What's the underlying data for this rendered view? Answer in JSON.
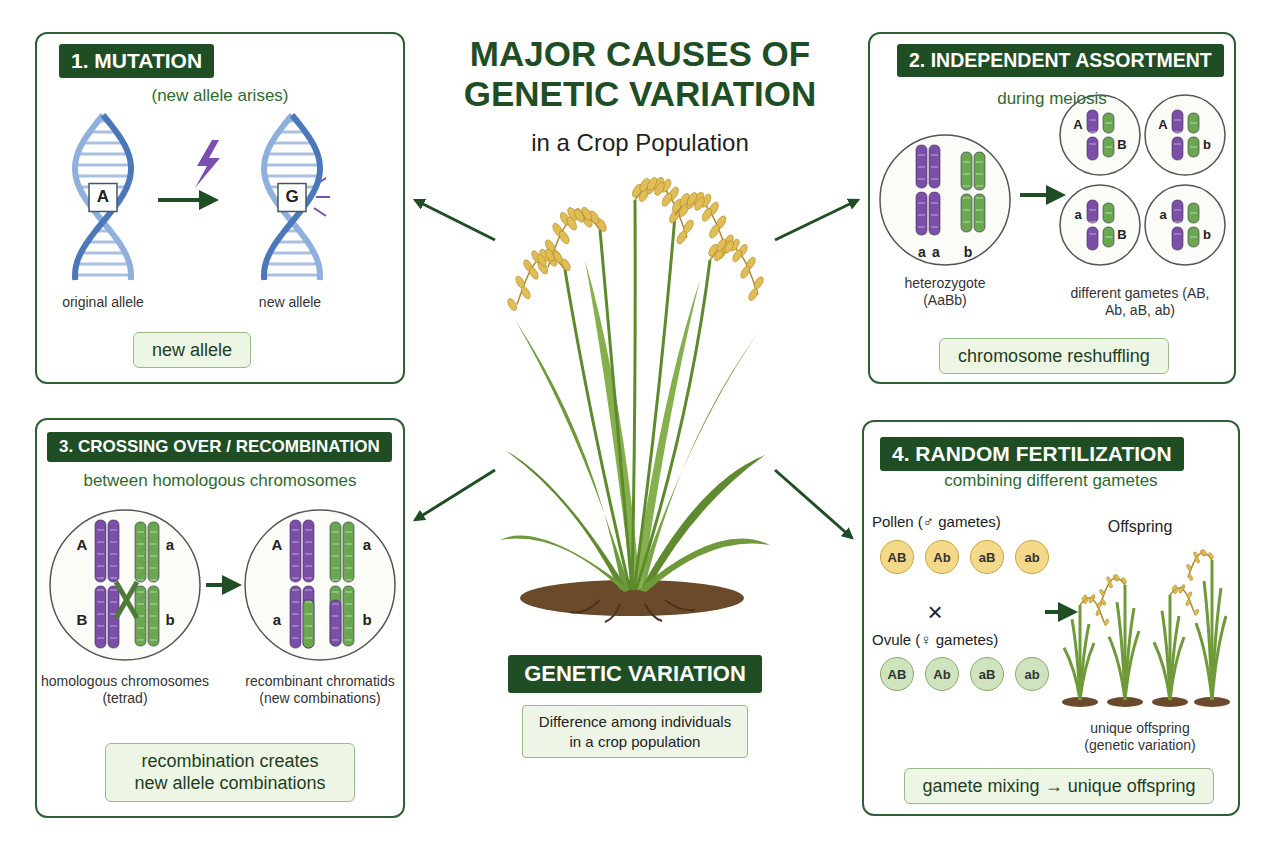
{
  "diagram": {
    "title": "MAJOR CAUSES OF GENETIC VARIATION",
    "nodes": [
      {
        "text": [
          "1. MUTATION",
          "(new allele arises)"
        ]
      },
      {
        "text": [
          "new allele"
        ],
        "in": 0
      },
      {
        "text": [
          "2. INDEPENDENT ASSORTMENT",
          "during meiosis"
        ]
      },
      {
        "text": [
          "chromosome reshuffling"
        ],
        "in": 2
      },
      {
        "text": [
          "GENETIC VARIATION",
          "Difference among individuals in a crop population"
        ]
      },
      {
        "text": [
          "3. CROSSING OVER / RECOMBINATION",
          "between homologous chromosomes"
        ]
      },
      {
        "text": [
          "recombination creates new allele combinations"
        ],
        "in": 5
      },
      {
        "text": [
          "4. RANDOM FERTILIZATION",
          "combining different gametes"
        ]
      },
      {
        "text": [
          "AB"
        ],
        "in": 7
      },
      {
        "text": [
          "Ab"
        ],
        "in": 7
      },
      {
        "text": [
          "aB"
        ],
        "in": 7
      },
      {
        "text": [
          "ab"
        ],
        "in": 7
      },
      {
        "text": [
          "AB"
        ],
        "in": 7
      },
      {
        "text": [
          "Ab"
        ],
        "in": 7
      },
      {
        "text": [
          "aB"
        ],
        "in": 7
      },
      {
        "text": [
          "ab"
        ],
        "in": 7
      },
      {
        "text": [
          "gamete mixing → unique offspring"
        ],
        "in": 7
      }
    ],
    "edges": [
      {
        "from": 4,
        "to": 0,
        "arrow": "to"
      },
      {
        "from": 4,
        "to": 2,
        "arrow": "to"
      },
      {
        "from": 4,
        "to": 5,
        "arrow": "to"
      },
      {
        "from": 4,
        "to": 7,
        "arrow": "to"
      }
    ],
    "labels": [
      "in a Crop Population",
      "A",
      "G",
      "original allele",
      "new allele",
      "a",
      "a",
      "b",
      "heterozygote (AaBb)",
      "A",
      "B",
      "A",
      "b",
      "a",
      "B",
      "a",
      "b",
      "different gametes (AB, Ab, aB, ab)",
      "A",
      "B",
      "a",
      "b",
      "A",
      "a",
      "a",
      "b",
      "a",
      "homologous chromosomes (tetrad)",
      "recombinant chromatids (new combinations)",
      "Pollen (♂ gametes)",
      "Offspring",
      "×",
      "Ovule (♀ gametes)",
      "unique offspring (genetic variation)"
    ]
  }
}
